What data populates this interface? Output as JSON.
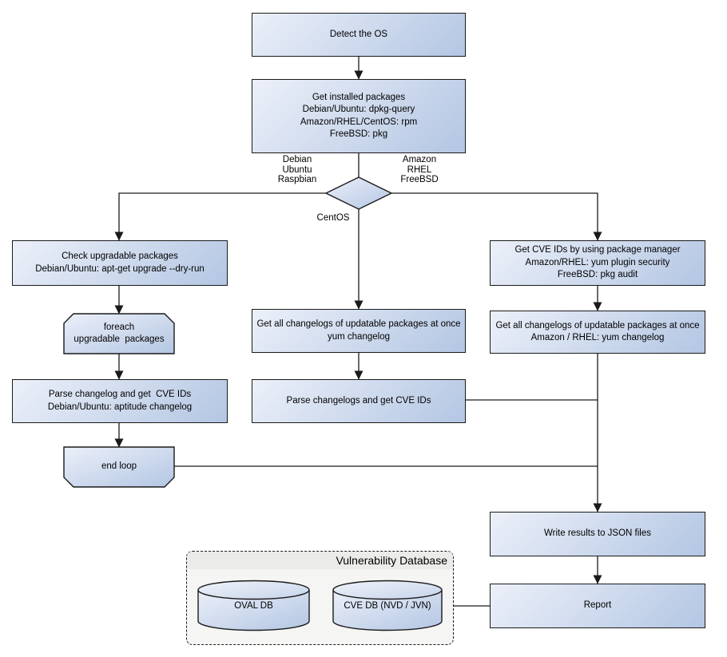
{
  "nodes": {
    "detect_os": "Detect the OS",
    "get_installed": "Get installed packages\nDebian/Ubuntu: dpkg-query\nAmazon/RHEL/CentOS: rpm\nFreeBSD: pkg",
    "check_upgradable": "Check upgradable packages\nDebian/Ubuntu: apt-get upgrade --dry-run",
    "foreach_loop": "foreach\nupgradable  packages",
    "parse_changelog_deb": "Parse changelog and get  CVE IDs\nDebian/Ubuntu: aptitude changelog",
    "end_loop": "end loop",
    "changelogs_centos": "Get all changelogs of updatable packages at once\nyum changelog",
    "parse_changelogs_centos": "Parse changelogs and get CVE IDs",
    "cve_pkg_manager": "Get CVE IDs by using package manager\nAmazon/RHEL: yum plugin security\nFreeBSD: pkg audit",
    "changelogs_amazon": "Get all changelogs of updatable packages at once\nAmazon / RHEL: yum changelog",
    "write_json": "Write results to JSON files",
    "report": "Report"
  },
  "edge_labels": {
    "debian_branch": "Debian\nUbuntu\nRaspbian",
    "amazon_branch": "Amazon\nRHEL\nFreeBSD",
    "centos_branch": "CentOS"
  },
  "database": {
    "title": "Vulnerability Database",
    "oval_db": "OVAL DB",
    "cve_db": "CVE DB (NVD / JVN)"
  },
  "colors": {
    "canvas_bg": "#ffffff",
    "node_grad_top": "#ecf0f9",
    "node_grad_bottom": "#b3c6e3",
    "line_color": "#1a1a1a",
    "text_color": "#000000",
    "vdb_bg": "#f5f5f4",
    "vdb_header_bg": "#ebebea"
  }
}
